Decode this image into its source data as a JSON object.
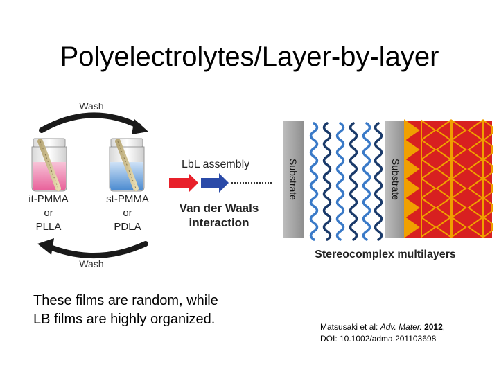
{
  "slide": {
    "title": "Polyelectrolytes/Layer-by-layer",
    "body_text": "These films are random, while LB films are highly organized.",
    "citation": {
      "prefix": "Matsusaki et al: ",
      "journal": "Adv. Mater.",
      "year": "2012",
      "after_year": ",",
      "doi": "DOI: 10.1002/adma.201103698"
    }
  },
  "figure": {
    "wash_top": "Wash",
    "wash_bottom": "Wash",
    "left_vial": {
      "line1": "it-PMMA",
      "line2": "or",
      "line3": "PLLA"
    },
    "right_vial": {
      "line1": "st-PMMA",
      "line2": "or",
      "line3": "PDLA"
    },
    "lbl_assembly": "LbL assembly",
    "vdw_line1": "Van der Waals",
    "vdw_line2": "interaction",
    "substrate_left": "Substrate",
    "substrate_right": "Substrate",
    "stereocomplex": "Stereocomplex multilayers",
    "colors": {
      "pink_solution": "#e86a9a",
      "blue_solution": "#5a9ad8",
      "red_arrow": "#e8202a",
      "blue_arrow": "#2a4aa8",
      "substrate_gray": "#a0a0a0",
      "triangle_red": "#d82020",
      "triangle_orange": "#f0a000",
      "helix_blue": "#3a7ac8",
      "helix_dark": "#1a3a6a"
    }
  }
}
